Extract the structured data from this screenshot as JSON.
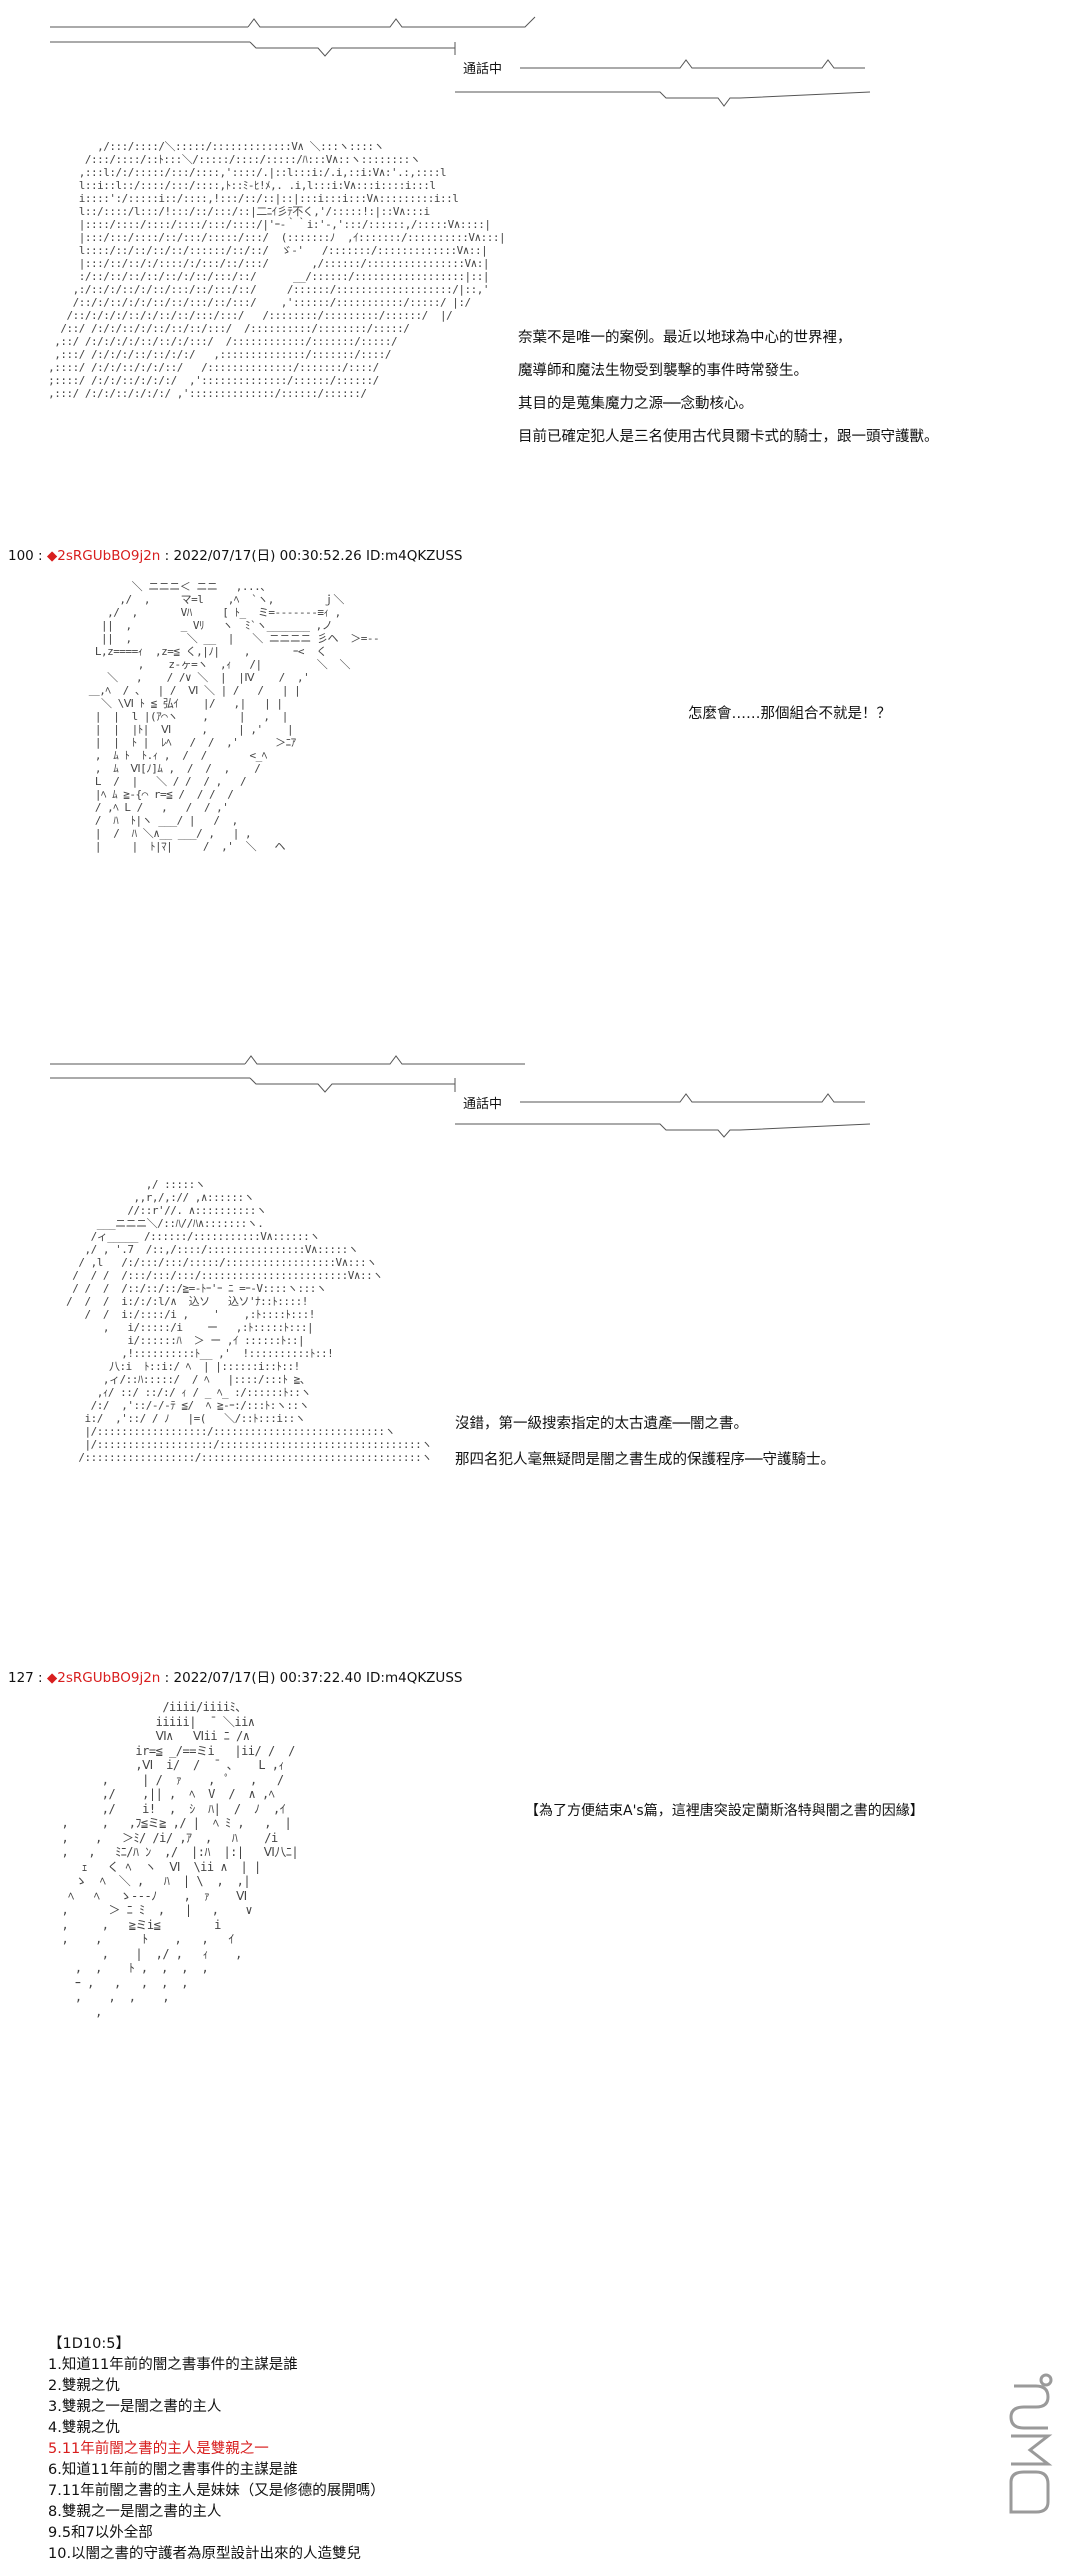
{
  "call_banner_label": "通話中",
  "narration": {
    "block1": [
      "奈葉不是唯一的案例。最近以地球為中心的世界裡，",
      "魔導師和魔法生物受到襲擊的事件時常發生。",
      "其目的是蒐集魔力之源──念動核心。",
      "目前已確定犯人是三名使用古代貝爾卡式的騎士，跟一頭守護獸。"
    ],
    "block2": [
      "怎麼會……那個組合不就是！？"
    ],
    "block3": [
      "沒錯，第一級搜索指定的太古遺產──闇之書。",
      "那四名犯人毫無疑問是闇之書生成的保護程序──守護騎士。"
    ],
    "block4": [
      "【為了方便結束A's篇，這裡唐突設定蘭斯洛特與闇之書的因緣】"
    ]
  },
  "posts": [
    {
      "num": "100 :",
      "mark": "◆",
      "name": "2sRGUbBO9j2n",
      "sep": ":",
      "meta": "2022/07/17(日) 00:30:52.26 ID:m4QKZUSS"
    },
    {
      "num": "127 :",
      "mark": "◆",
      "name": "2sRGUbBO9j2n",
      "sep": ":",
      "meta": "2022/07/17(日) 00:37:22.40 ID:m4QKZUSS"
    }
  ],
  "dice": {
    "title": "【1D10:5】",
    "items": [
      "1.知道11年前的闇之書事件的主謀是誰",
      "2.雙親之仇",
      "3.雙親之一是闇之書的主人",
      "4.雙親之仇",
      "5.11年前闇之書的主人是雙親之一",
      "6.知道11年前的闇之書事件的主謀是誰",
      "7.11年前闇之書的主人是妹妹（又是修德的展開嗎）",
      "8.雙親之一是闇之書的主人",
      "9.5和7以外全部",
      "10.以闇之書的守護者為原型設計出來的人造雙兒"
    ],
    "highlight_index": 4
  },
  "ascii_art": {
    "aa1": "         ,/:::/::::/＼:::::/:::::::::::::V∧ ＼:::ヽ::::ヽ\n       /:::/::::/::ﾄ:::＼/:::::/::::/:::::/ﾊ:::V∧::ヽ::::::::ヽ\n      ,:::l:/:/:::::/:::/::::,'::::/.|::l:::i:/.i,::i:V∧:'.:,::::l\n      l::i::l::/::::/:::/::::,ﾄ::ﾐ-ﾋ!ﾒ,. .i,l:::i:V∧:::i::::i:::l\n      i::::':/:::::i::/::::,!:::/::/::|::|:::i:::i:::V∧:::::::::i::l\n      l::/::::/l:::/!:::/::/:::/::|二ﾆｲ彡ﾃ不く,'/:::::!:|::V∧:::i\n      |::::/::::/::::/::::/:::/::::/|'ｰ-｀｀i:'-,':::/::::::,/:::::V∧::::|\n      |:::/:::/::::/::/:::/:::::/:::/  (:::::::ﾉ  ,ｲ:::::::/::::::::::V∧:::|\n      l::::/::/::/::/::/::::::/::/::/  ゞ-'   /:::::::/:::::::::::::V∧::|\n      |:::/::/::/:/::::/:/:::/::/:::/       ,/::::::/::::::::::::::::V∧:|\n      :/::/::/::/::/::/:/::/:::/::/      __/::::::/::::::::::::::::::|::|\n     ,:/::/:/::/:/::/:::/::/:::/::/     /::::::/:::::::::::::::::::/|::,'\n     /::/:/::/:/:/::/::/:::/::/:::/    ,'::::::/:::::::::::/:::::/ |:/\n    /::/:/:/:/::/:/::/::/:::/:::/   /::::::::/:::::::::/::::::/  |/\n   /::/ /:/:/::/:/::/::/::/:::/  /::::::::::/::::::::/:::::/\n  ,::/ /:/:/:/:/::/::/:/:::/  /::::::::::::/:::::::/:::::/\n  ,:::/ /:/:/:/::/::/:/:/   ,::::::::::::::/:::::::/::::/\n ,::::/ /:/:/::/:/:/::/   /::::::::::::::/:::::::/::::/\n ;::::/ /:/:/::/:/:/:/  ,'::::::::::::::/::::::/::::::/\n ,:::/ /:/:/::/:/:/:/ ,'::::::::::::::/::::::/::::::/",
    "aa2": "             ＼ ニニニ＜ ニニ   ,...、\n           ,/  ,     マ=l    ,ﾍ  `ヽ,        ｊ＼\n         ,/  ,       Vﾊ     [ ﾄ_  ミ=-------≡ｨ ,\n        ||  ,        _ Vﾘ   ヽ  ﾐ`ヽ_______ ,ノ\n        ||  ,         ＼ __  |   ＼ ニニニニ 彡ヘ  ＞=--\n       L,z====ｨ  ,z=≦ く,|ﾉ|    ,       ｰ<  く\n              ,    z-ヶ=ヽ  ,ｨ   /|         ＼  ＼\n         ＼   ,    / /∨ ＼  |  |Ⅳ    /  ,'\n      ＿,ﾍ  / 、  | /  Ⅵ ＼ | /   /   | |\n        ＼ \\Ⅵ ﾄ ≦ 弘ｲ    |/   ,|   | |\n       |  |  l |(ｱ⌒ヽ    ,     |   ,  |\n       |  |  |ﾄ|  Ⅵ     ,     | ,'    |\n       |  |  ﾄ |  ﾚﾍ   /  /  ,'      ＞ﾆｱ\n       ,  ﾑ ﾄ  ﾄ.ｨ ,  /  /       <_ﾍ\n       ,  ﾑ  Ⅵ[ﾉ]ﾑ ,  /  /  ,    /\n       L  /  |   ＼ / /  / ,   /\n       |ﾍ ﾑ ≧-{⌒ r=≦ /  / /  /\n       / ,ﾍ L /   ,   /  / ,'\n       /  ﾊ  ﾄ|ヽ ___/ |   /  ,\n       |  /  ﾊ ＼∧__ ___/ ,   | ,\n       |     |  ﾄ|ﾏ|     /  ,'  ＼   ヘ",
    "aa3": "              ,/ :::::ヽ\n            ,,r,/,:// ,∧::::::ヽ\n           //::r'//. ∧::::::::::ヽ\n      ___ニニニ＼/::ﾊ//ﾊ∧:::::::ヽ.\n     /ィ_____ /::::::/:::::::::::V∧::::::ヽ\n    ,/ , '.7  /::,/::::/::::::::::::::::V∧:::::ヽ\n   / ,l   /:/:::/:::/:::::/::::::::::::::::::V∧:::ヽ\n  /  / /  /:::/:::/:::/::::::::::::::::::::::::V∧::ヽ\n  / /  /  /::/::/::/≧=-ﾄｰ'ｰ ﾆ =ｰ-V::::ヽ:::ヽ\n /  /  /  i:/:/:l/∧  込ソ   込ソ'ﾅ::ﾄ::::!\n    /  /  i:/::::/i ,    '    ,:ﾄ::::ﾄ:::!\n       ,   i/:::::/i    ー   ,:ﾄ:::::ﾄ:::|\n           i/::::::ﾊ  ＞ ー ,ｲ ::::::ﾄ::|\n          ,!::::::::::ﾄ__ ,'  !::::::::::ﾄ::!\n        八:i  ﾄ::i:/ ﾍ  | |::::::i::ﾄ::!\n       ,ィ/::ﾊ:::::/  / ﾍ   |::::/:::ﾄ ≧、\n      ,ｨ/ ::/ ::/:/ ｨ / _ ﾍ_ :/::::::ﾄ::ヽ\n     /:/  ,'::/-/-ﾃ ≦/  ﾍ ≧-ｰ:/:::ﾄ:ヽ::ヽ\n    i:/  ,'::/ / ﾉ   |=(   ＼/::ﾄ:::i::ヽ\n    |/::::::::::::::::::/::::::::::::::::::::::::::::ヽ\n    |/:::::::::::::::::::/:::::::::::::::::::::::::::::::::ヽ\n   /::::::::::::::::::/::::::::::::::::::::::::::::::::::::ヽ",
    "aa4": "                 /iiii/iiiiﾐ、\n                iiiii|  ̄  ＼ii∧\n                Ⅵ∧   Ⅵii ﾆ /∧\n             ir=≦ _/==ミi   |ii/ /  /\n             ,Ⅵ  i/  /  ̄  、   L ,ｨ\n        ,     | /  ｧ    ,  ﾟ   ,   /\n        ,/    ,|| ,  ﾍ  V  /  ∧ ,ﾍ\n        ,/    i!  ,  ｼ  ﾊ|  /  ﾉ  ,ｲ\n  ,     ,   ,ﾌ≦ミ≧ ,/ |  ﾍ ﾐ ,   ,  |\n  ,    ,   ＞ﾐ/ /i/ ,ｱ  ,   ﾊ    /i\n  ,   ,   ﾐﾆ/ﾊ ﾝ  ,/  |:ﾊ  |:|   Ⅵ八ﾆ|\n     ｪ   く ﾍ  ヽ  Ⅵ  \\ii ∧  | |\n    ゝ  ﾍ  ＼ ,   ﾊ  | \\  ,  ,|\n   ﾍ   ﾍ   ゝ---ﾉ    ,  ｧ    Ⅵ\n  ,      ＞ ﾆ ﾐ  ,   |   ,    ∨\n  ,     ,   ≧ミi≦        i\n  ,    ,      ﾄ    ,   ,   ｲ\n        ,    |  ,/ ,   ｨ    ,\n    ,  ,    ﾄ ,  ,  ,  ,\n    ｰ ,   ,   ,  ,  ,\n    ,    ,  ,    ,\n       ,",
    "bracket": "────────────^────────^────────── /",
    "bracket2": "─────────────────────ヽ──────v'───────/",
    "banner_right": "─────────^─────────^──",
    "banner_right2": "──────────ヽ──────v'──────/"
  }
}
